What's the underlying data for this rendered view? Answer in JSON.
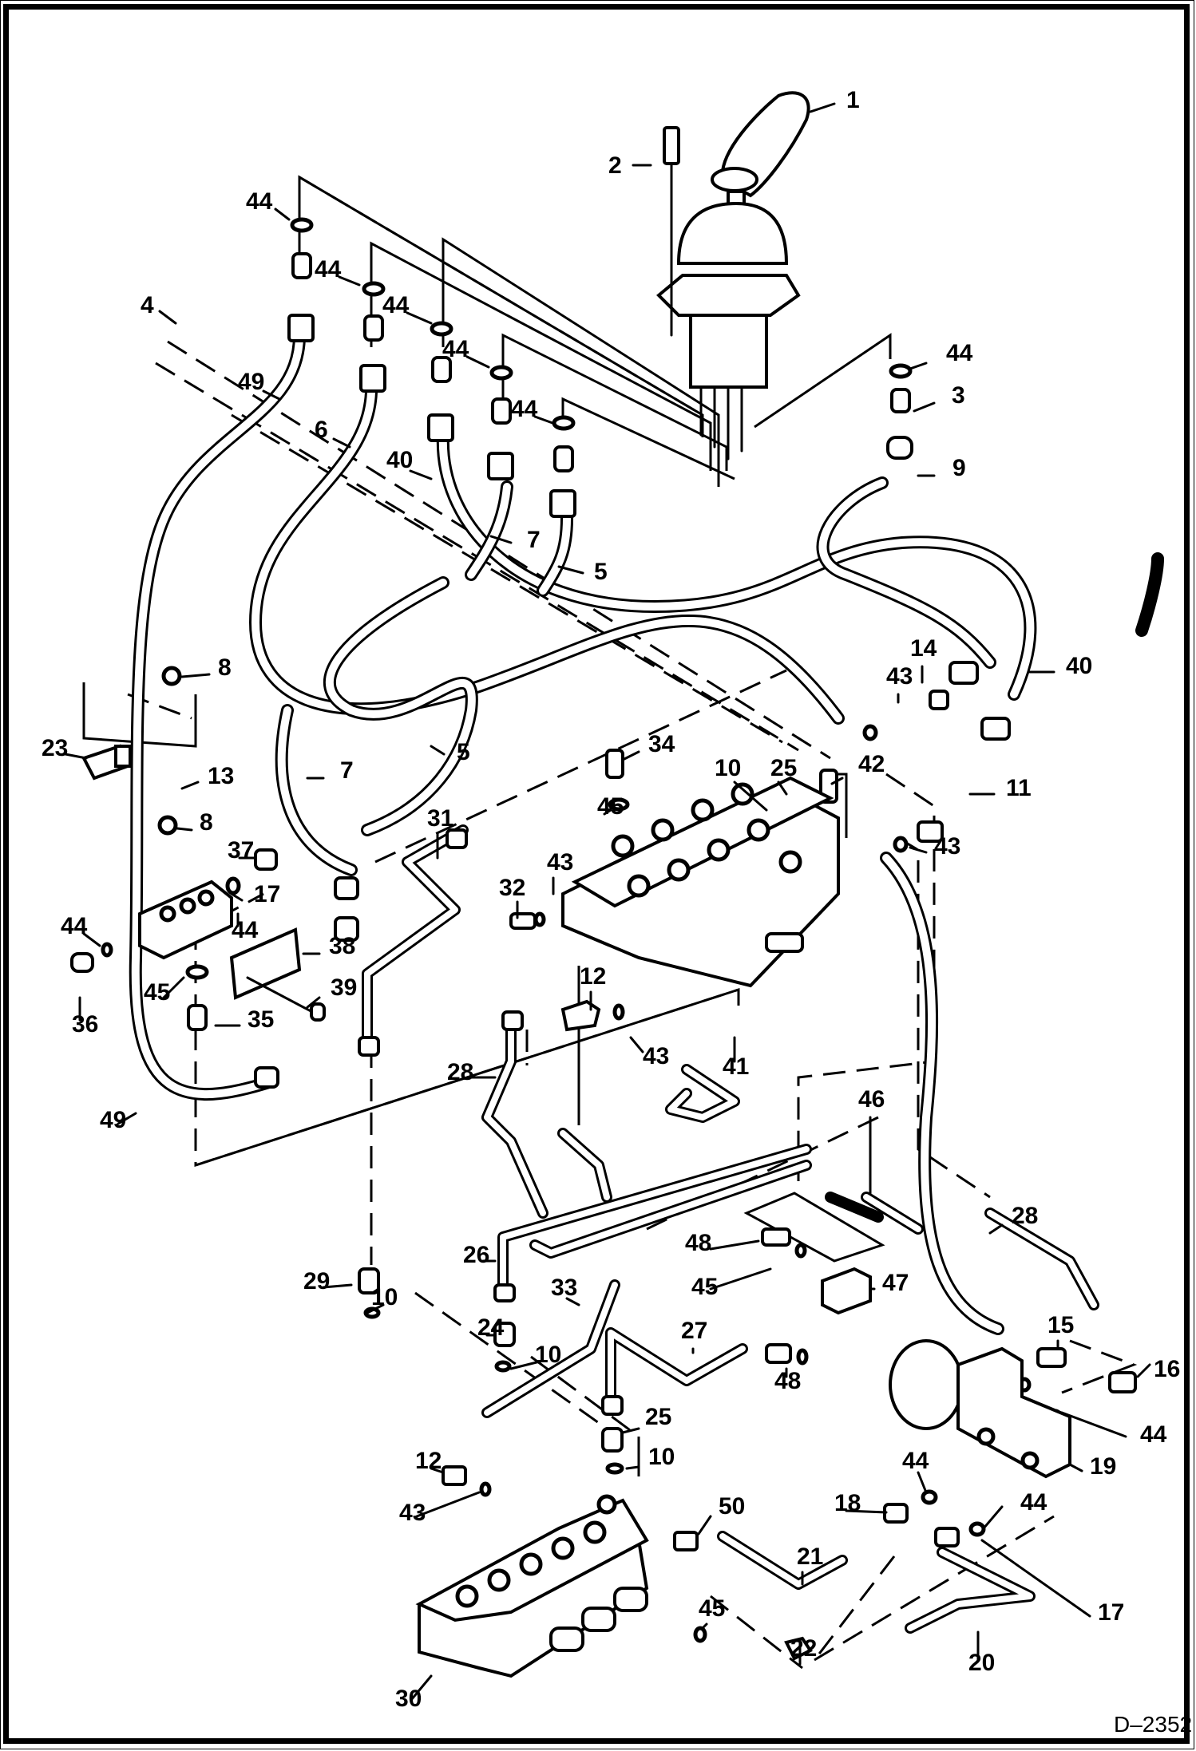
{
  "diagram": {
    "title": "Joystick / Control Valve Hydraulic Hose Routing (exploded parts view)",
    "figure_id": "D–2352",
    "callouts": [
      {
        "n": "1"
      },
      {
        "n": "2"
      },
      {
        "n": "44"
      },
      {
        "n": "44"
      },
      {
        "n": "44"
      },
      {
        "n": "4"
      },
      {
        "n": "44"
      },
      {
        "n": "44"
      },
      {
        "n": "49"
      },
      {
        "n": "6"
      },
      {
        "n": "40"
      },
      {
        "n": "7"
      },
      {
        "n": "5"
      },
      {
        "n": "44"
      },
      {
        "n": "3"
      },
      {
        "n": "9"
      },
      {
        "n": "8"
      },
      {
        "n": "23"
      },
      {
        "n": "13"
      },
      {
        "n": "8"
      },
      {
        "n": "7"
      },
      {
        "n": "5"
      },
      {
        "n": "37"
      },
      {
        "n": "17"
      },
      {
        "n": "44"
      },
      {
        "n": "44"
      },
      {
        "n": "38"
      },
      {
        "n": "36"
      },
      {
        "n": "45"
      },
      {
        "n": "39"
      },
      {
        "n": "35"
      },
      {
        "n": "49"
      },
      {
        "n": "31"
      },
      {
        "n": "34"
      },
      {
        "n": "45"
      },
      {
        "n": "43"
      },
      {
        "n": "32"
      },
      {
        "n": "12"
      },
      {
        "n": "43"
      },
      {
        "n": "41"
      },
      {
        "n": "28"
      },
      {
        "n": "10"
      },
      {
        "n": "25"
      },
      {
        "n": "42"
      },
      {
        "n": "11"
      },
      {
        "n": "43"
      },
      {
        "n": "43"
      },
      {
        "n": "14"
      },
      {
        "n": "40"
      },
      {
        "n": "46"
      },
      {
        "n": "28"
      },
      {
        "n": "48"
      },
      {
        "n": "45"
      },
      {
        "n": "47"
      },
      {
        "n": "26"
      },
      {
        "n": "33"
      },
      {
        "n": "29"
      },
      {
        "n": "10"
      },
      {
        "n": "24"
      },
      {
        "n": "10"
      },
      {
        "n": "27"
      },
      {
        "n": "48"
      },
      {
        "n": "25"
      },
      {
        "n": "10"
      },
      {
        "n": "12"
      },
      {
        "n": "43"
      },
      {
        "n": "50"
      },
      {
        "n": "18"
      },
      {
        "n": "44"
      },
      {
        "n": "44"
      },
      {
        "n": "21"
      },
      {
        "n": "17"
      },
      {
        "n": "45"
      },
      {
        "n": "22"
      },
      {
        "n": "20"
      },
      {
        "n": "30"
      },
      {
        "n": "15"
      },
      {
        "n": "16"
      },
      {
        "n": "44"
      },
      {
        "n": "19"
      }
    ],
    "parts": {
      "joystick": "1",
      "mounting_bolt": "2",
      "main_control_valve": "41",
      "lower_control_valve": "30",
      "accumulator": "19",
      "manifold_block": "37",
      "plate": "38",
      "solenoid_block": "47"
    }
  }
}
